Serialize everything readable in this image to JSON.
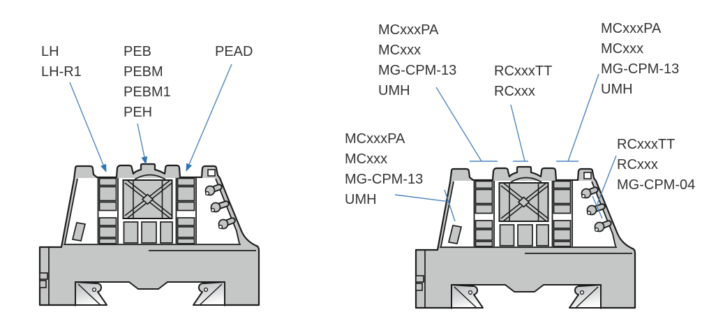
{
  "palette": {
    "background": "#ffffff",
    "body_gray": "#c5c6c6",
    "outline_black": "#1c1c1c",
    "leader_blue": "#4d84bd",
    "arrow_blue": "#2e75b6",
    "text_color": "#333333"
  },
  "left_diagram": {
    "labels": {
      "end_bracket": {
        "lines": [
          "LH",
          "LH-R1"
        ]
      },
      "pe_terminal": {
        "lines": [
          "PEB",
          "PEBM",
          "PEBM1",
          "PEH"
        ]
      },
      "pe_adapter": {
        "lines": [
          "PEAD"
        ]
      }
    }
  },
  "right_diagram": {
    "labels": {
      "top_left": {
        "lines": [
          "MCxxxPA",
          "MCxxx",
          "MG-CPM-13",
          "UMH"
        ]
      },
      "top_center": {
        "lines": [
          "RCxxxTT",
          "RCxxx"
        ]
      },
      "top_right": {
        "lines": [
          "MCxxxPA",
          "MCxxx",
          "MG-CPM-13",
          "UMH"
        ]
      },
      "side_left": {
        "lines": [
          "MCxxxPA",
          "MCxxx",
          "MG-CPM-13",
          "UMH"
        ]
      },
      "side_right": {
        "lines": [
          "RCxxxTT",
          "RCxxx",
          "MG-CPM-04"
        ]
      }
    }
  }
}
